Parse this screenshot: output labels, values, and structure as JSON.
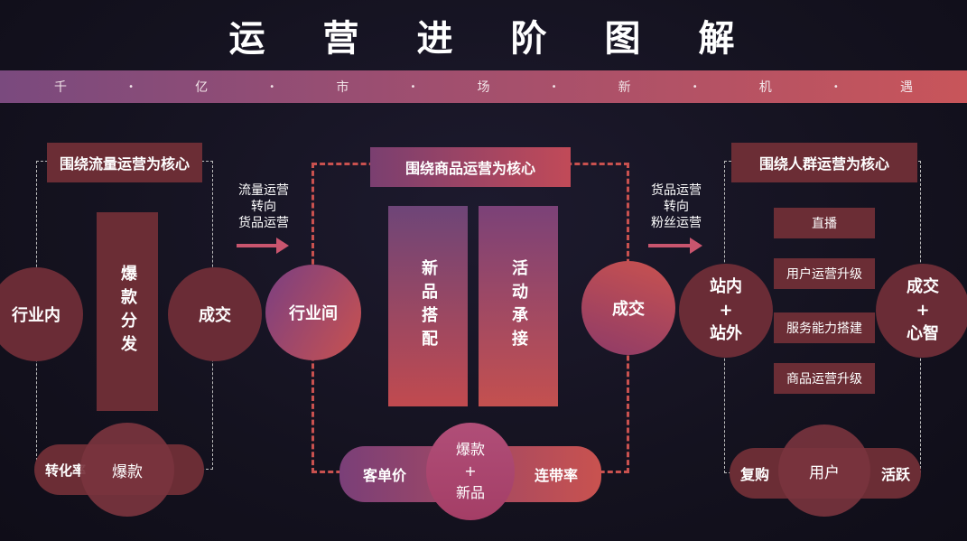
{
  "title": "运营进阶图解",
  "banner": [
    "千",
    "亿",
    "市",
    "场",
    "新",
    "机",
    "遇"
  ],
  "left": {
    "header": "围绕流量运营为核心",
    "left_circle": "行业内",
    "right_circle": "成交",
    "bar": "爆款分发",
    "bottom_circle": "爆款",
    "bottom_label": "转化率"
  },
  "arrow1": [
    "流量运营",
    "转向",
    "货品运营"
  ],
  "middle": {
    "header": "围绕商品运营为核心",
    "left_circle": "行业间",
    "right_circle": "成交",
    "bar1": "新品搭配",
    "bar2": "活动承接",
    "pill_left": "客单价",
    "pill_right": "连带率",
    "center_circle": [
      "爆款",
      "+",
      "新品"
    ]
  },
  "arrow2": [
    "货品运营",
    "转向",
    "粉丝运营"
  ],
  "right": {
    "header": "围绕人群运营为核心",
    "left_circle": [
      "站内",
      "+",
      "站外"
    ],
    "right_circle": [
      "成交",
      "+",
      "心智"
    ],
    "items": [
      "直播",
      "用户运营升级",
      "服务能力搭建",
      "商品运营升级"
    ],
    "pill_left": "复购",
    "pill_center": "用户",
    "pill_right": "活跃"
  }
}
